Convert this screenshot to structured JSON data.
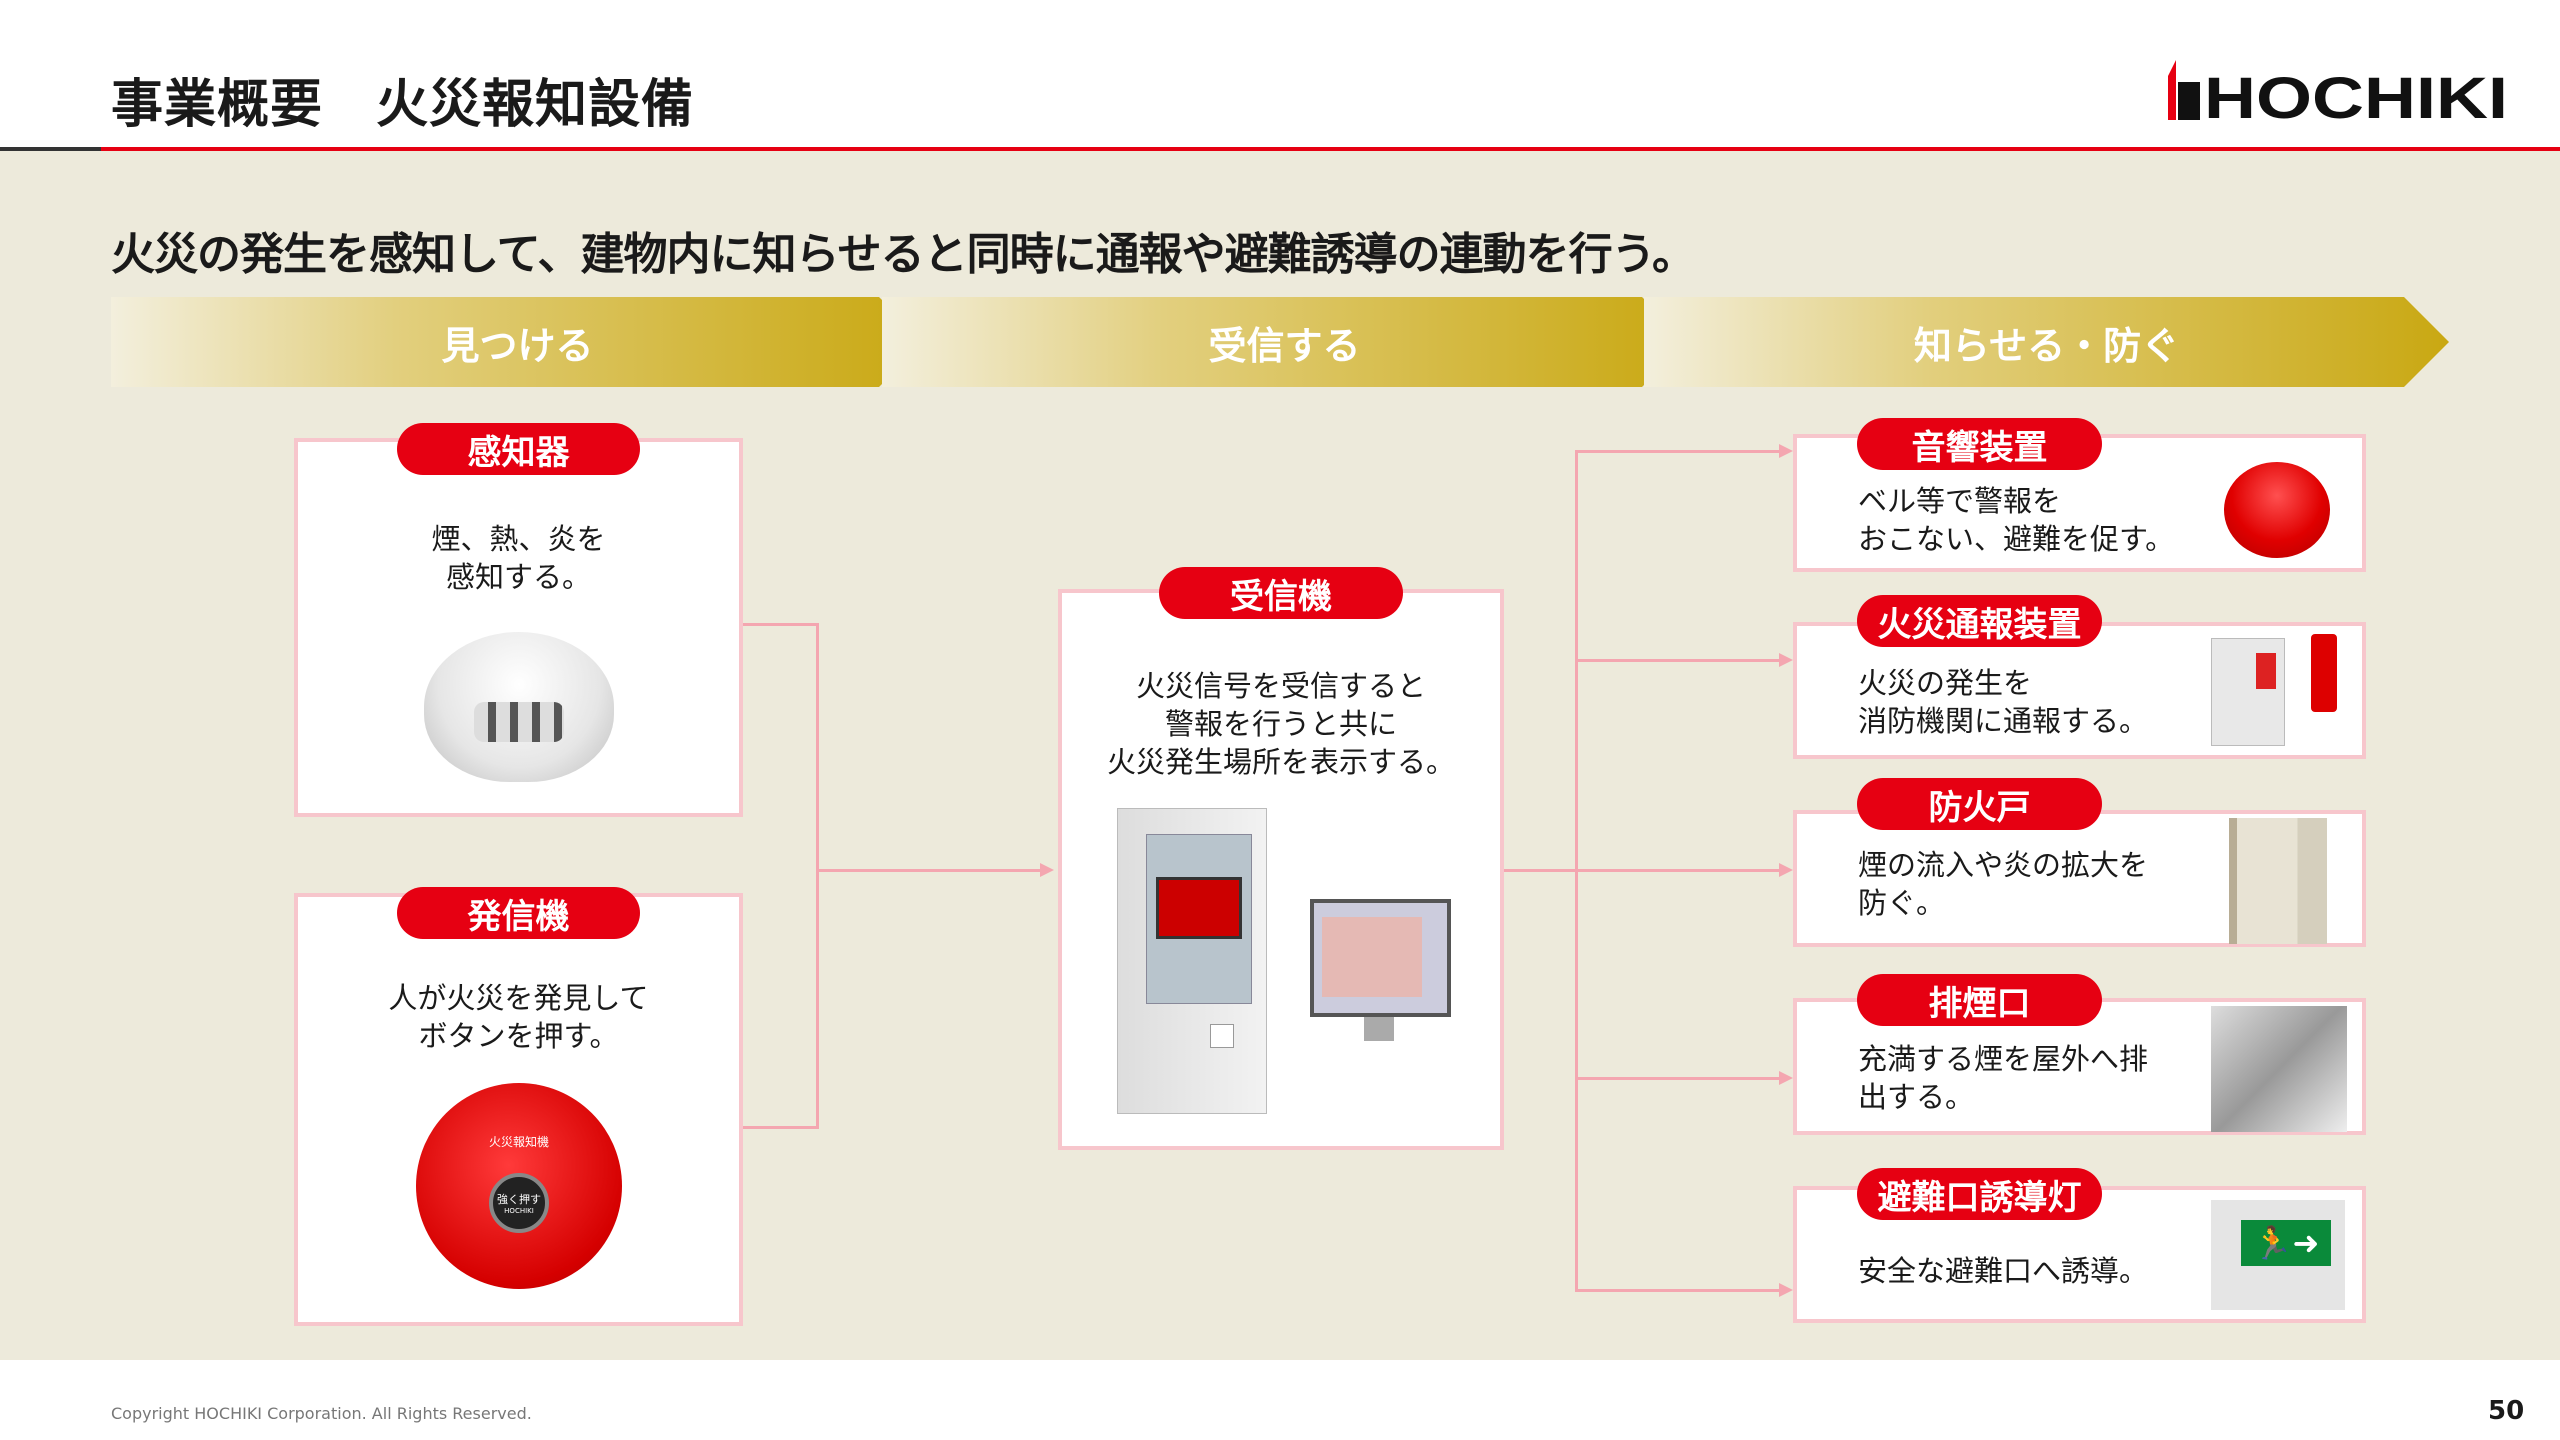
{
  "header": {
    "title": "事業概要　火災報知設備",
    "logo": "HOCHIKI"
  },
  "subtitle": "火災の発生を感知して、建物内に知らせると同時に通報や避難誘導の連動を行う。",
  "steps": [
    "見つける",
    "受信する",
    "知らせる・防ぐ"
  ],
  "left": [
    {
      "label": "感知器",
      "lines": [
        "煙、熱、炎を",
        "感知する。"
      ]
    },
    {
      "label": "発信機",
      "lines": [
        "人が火災を発見して",
        "ボタンを押す。"
      ],
      "device_text": [
        "火災報知機",
        "強く押す",
        "HOCHIKI"
      ]
    }
  ],
  "center": {
    "label": "受信機",
    "lines": [
      "火災信号を受信すると",
      "警報を行うと共に",
      "火災発生場所を表示する。"
    ]
  },
  "right": [
    {
      "label": "音響装置",
      "lines": [
        "ベル等で警報を",
        "おこない、避難を促す。"
      ]
    },
    {
      "label": "火災通報装置",
      "lines": [
        "火災の発生を",
        "消防機関に通報する。"
      ]
    },
    {
      "label": "防火戸",
      "lines": [
        "煙の流入や炎の拡大を",
        "防ぐ。"
      ]
    },
    {
      "label": "排煙口",
      "lines": [
        "充満する煙を屋外へ排",
        "出する。"
      ]
    },
    {
      "label": "避難口誘導灯",
      "lines": [
        "安全な避難口へ誘導。"
      ]
    }
  ],
  "footer": {
    "copyright": "Copyright HOCHIKI Corporation. All Rights Reserved.",
    "page": "50"
  },
  "colors": {
    "accent": "#e60012",
    "background": "#edeadb",
    "gold": "#c9a812",
    "connector": "#f4a6b0"
  }
}
